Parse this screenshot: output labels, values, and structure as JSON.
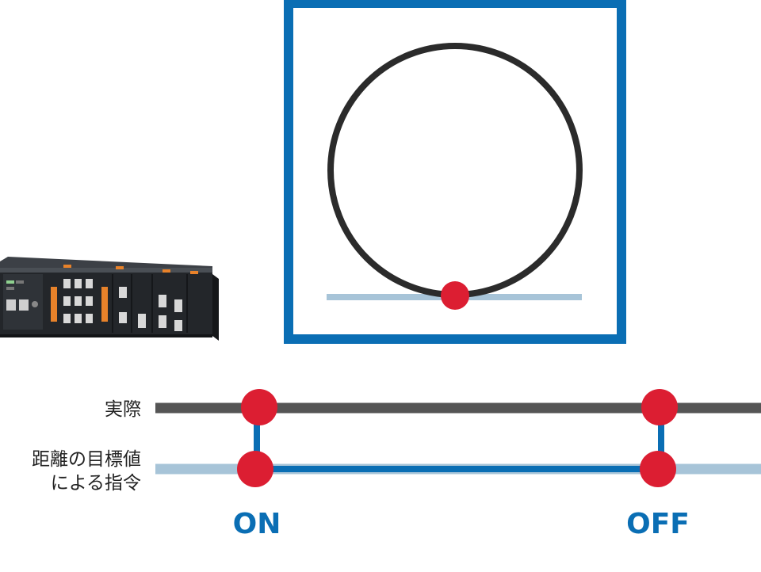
{
  "labels": {
    "actual": "実際",
    "target_line1": "距離の目標値",
    "target_line2": "による指令",
    "on": "ON",
    "off": "OFF"
  },
  "colors": {
    "frame_blue": "#0a6eb4",
    "signal_blue": "#0a6eb4",
    "baseline_light": "#a7c4d8",
    "actual_gray": "#555555",
    "circle_dark": "#2b2b2b",
    "marker_red": "#dc1e32",
    "controller_body": "#2a2d31",
    "controller_accent": "#e8822a"
  },
  "icons": {
    "controller": "plc-controller-icon"
  }
}
